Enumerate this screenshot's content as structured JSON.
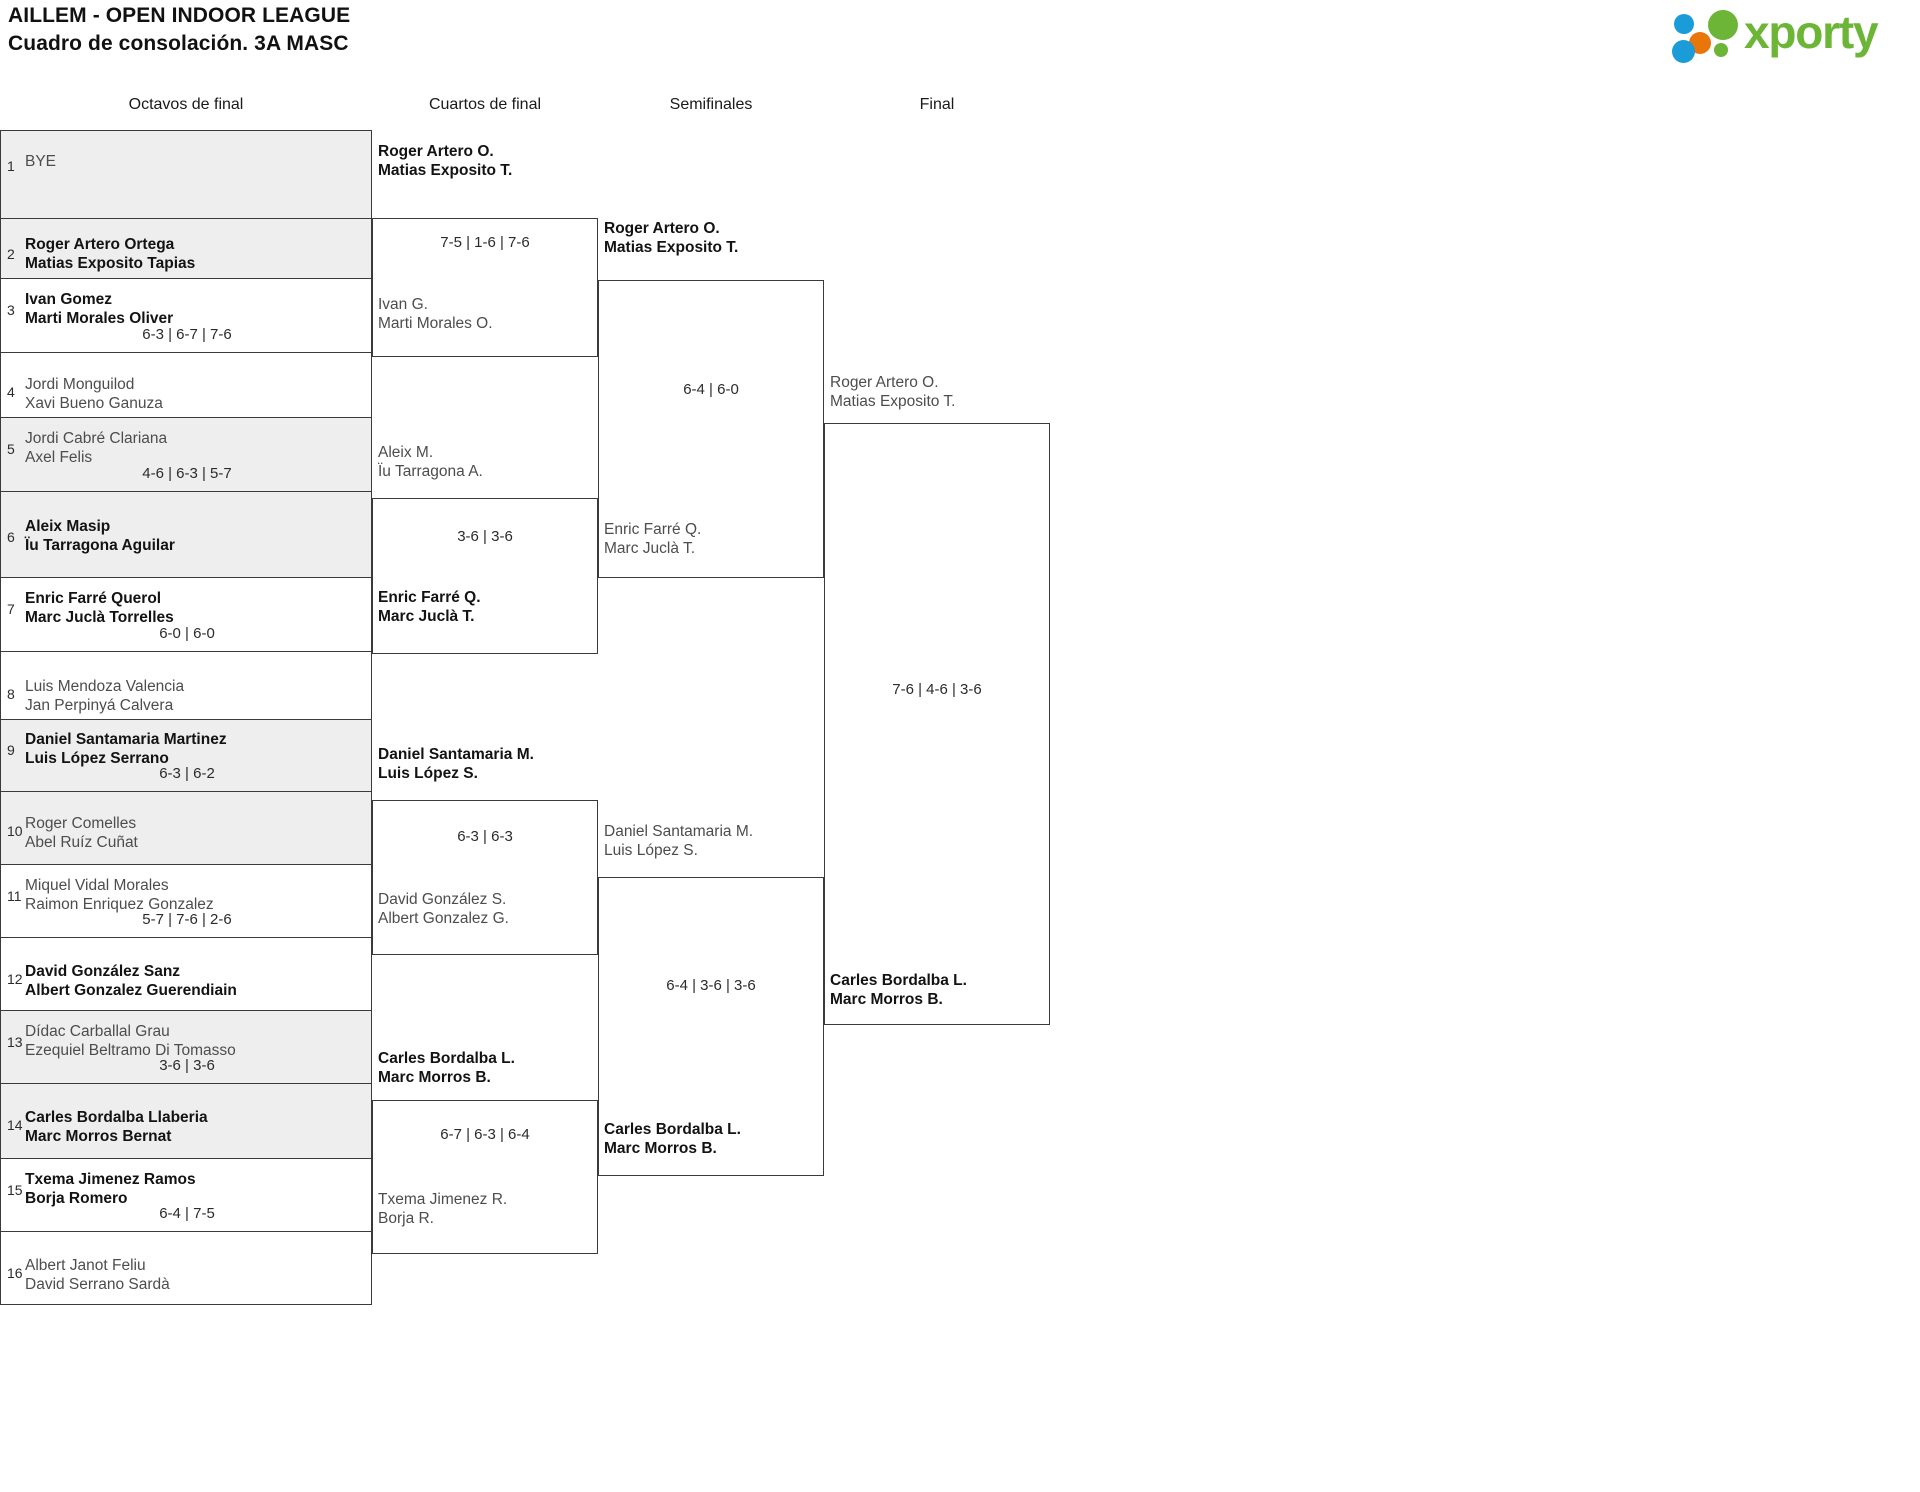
{
  "header": {
    "title_line1": "AILLEM - OPEN INDOOR LEAGUE",
    "title_line2": "Cuadro de consolación. 3A MASC",
    "logo_text": "xporty",
    "logo_colors": {
      "blue": "#1b9bd8",
      "orange": "#e8760a",
      "green": "#6cb536"
    }
  },
  "rounds": [
    {
      "id": "r16",
      "label": "Octavos de final"
    },
    {
      "id": "qf",
      "label": "Cuartos de final"
    },
    {
      "id": "sf",
      "label": "Semifinales"
    },
    {
      "id": "f",
      "label": "Final"
    }
  ],
  "round16": {
    "slots": [
      {
        "seed": "1",
        "p1": "BYE",
        "p2": "",
        "winner": false,
        "shaded": true
      },
      {
        "seed": "2",
        "p1": "Roger Artero Ortega",
        "p2": "Matias Exposito Tapias",
        "winner": true,
        "shaded": true
      },
      {
        "seed": "3",
        "p1": "Ivan Gomez",
        "p2": "Marti Morales Oliver",
        "winner": true,
        "shaded": false
      },
      {
        "seed": "4",
        "p1": "Jordi Monguilod",
        "p2": "Xavi Bueno Ganuza",
        "winner": false,
        "shaded": false
      },
      {
        "seed": "5",
        "p1": "Jordi Cabré Clariana",
        "p2": "Axel Felis",
        "winner": false,
        "shaded": true
      },
      {
        "seed": "6",
        "p1": "Aleix Masip",
        "p2": "Ïu Tarragona Aguilar",
        "winner": true,
        "shaded": true
      },
      {
        "seed": "7",
        "p1": "Enric Farré Querol",
        "p2": "Marc Juclà Torrelles",
        "winner": true,
        "shaded": false
      },
      {
        "seed": "8",
        "p1": "Luis Mendoza Valencia",
        "p2": "Jan Perpinyá Calvera",
        "winner": false,
        "shaded": false
      },
      {
        "seed": "9",
        "p1": "Daniel Santamaria Martinez",
        "p2": "Luis López Serrano",
        "winner": true,
        "shaded": true
      },
      {
        "seed": "10",
        "p1": "Roger Comelles",
        "p2": "Abel Ruíz Cuñat",
        "winner": false,
        "shaded": true
      },
      {
        "seed": "11",
        "p1": "Miquel Vidal Morales",
        "p2": "Raimon Enriquez Gonzalez",
        "winner": false,
        "shaded": false
      },
      {
        "seed": "12",
        "p1": "David González Sanz",
        "p2": "Albert Gonzalez Guerendiain",
        "winner": true,
        "shaded": false
      },
      {
        "seed": "13",
        "p1": "Dídac Carballal Grau",
        "p2": "Ezequiel Beltramo Di Tomasso",
        "winner": false,
        "shaded": true
      },
      {
        "seed": "14",
        "p1": "Carles Bordalba Llaberia",
        "p2": "Marc Morros Bernat",
        "winner": true,
        "shaded": true
      },
      {
        "seed": "15",
        "p1": "Txema Jimenez Ramos",
        "p2": "Borja Romero",
        "winner": true,
        "shaded": false
      },
      {
        "seed": "16",
        "p1": "Albert Janot Feliu",
        "p2": "David Serrano Sardà",
        "winner": false,
        "shaded": false
      }
    ],
    "scores": [
      "",
      "6-3 | 6-7 | 7-6",
      "4-6 | 6-3 | 5-7",
      "6-0 | 6-0",
      "6-3 | 6-2",
      "5-7 | 7-6 | 2-6",
      "3-6 | 3-6",
      "6-4 | 7-5"
    ]
  },
  "quarters": {
    "entries": [
      {
        "p1": "Roger Artero O.",
        "p2": "Matias Exposito T.",
        "winner": true
      },
      {
        "p1": "Ivan G.",
        "p2": "Marti Morales O.",
        "winner": false
      },
      {
        "p1": "Aleix M.",
        "p2": "Ïu Tarragona A.",
        "winner": false
      },
      {
        "p1": "Enric Farré Q.",
        "p2": "Marc Juclà T.",
        "winner": true
      },
      {
        "p1": "Daniel Santamaria M.",
        "p2": "Luis López S.",
        "winner": true
      },
      {
        "p1": "David González S.",
        "p2": "Albert Gonzalez G.",
        "winner": false
      },
      {
        "p1": "Carles Bordalba L.",
        "p2": "Marc Morros B.",
        "winner": true
      },
      {
        "p1": "Txema Jimenez R.",
        "p2": "Borja R.",
        "winner": false
      }
    ],
    "scores": [
      "7-5 | 1-6 | 7-6",
      "3-6 | 3-6",
      "6-3 | 6-3",
      "6-7 | 6-3 | 6-4"
    ]
  },
  "semis": {
    "entries": [
      {
        "p1": "Roger Artero O.",
        "p2": "Matias Exposito T.",
        "winner": true
      },
      {
        "p1": "Enric Farré Q.",
        "p2": "Marc Juclà T.",
        "winner": false
      },
      {
        "p1": "Daniel Santamaria M.",
        "p2": "Luis López S.",
        "winner": false
      },
      {
        "p1": "Carles Bordalba L.",
        "p2": "Marc Morros B.",
        "winner": true
      }
    ],
    "scores": [
      "6-4 | 6-0",
      "6-4 | 3-6 | 3-6"
    ]
  },
  "final": {
    "entries": [
      {
        "p1": "Roger Artero O.",
        "p2": "Matias Exposito T.",
        "winner": false
      },
      {
        "p1": "Carles Bordalba L.",
        "p2": "Marc Morros B.",
        "winner": true
      }
    ],
    "scores": [
      "7-6 | 4-6 | 3-6"
    ]
  }
}
